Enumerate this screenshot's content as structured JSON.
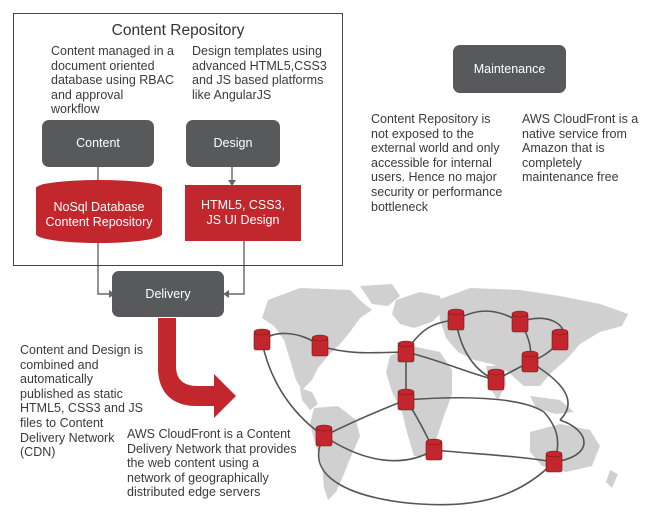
{
  "repository": {
    "title": "Content Repository",
    "content_desc": [
      "Content managed in a",
      "document oriented",
      "database using RBAC",
      "and approval",
      "workflow"
    ],
    "design_desc": [
      "Design templates using",
      "advanced HTML5,CSS3",
      "and JS based platforms",
      "like AngularJS"
    ],
    "content_box": "Content",
    "design_box": "Design",
    "nosql_box": [
      "NoSql Database",
      "Content Repository"
    ],
    "html5_box": [
      "HTML5, CSS3,",
      "JS UI Design"
    ]
  },
  "maintenance": {
    "box": "Maintenance",
    "repo_note": [
      "Content Repository is",
      "not exposed to the",
      "external world and only",
      "accessible for internal",
      "users. Hence no major",
      "security or performance",
      "bottleneck"
    ],
    "cloudfront_note": [
      "AWS CloudFront is a",
      "native service from",
      "Amazon that is",
      "completely",
      "maintenance free"
    ]
  },
  "delivery": {
    "box": "Delivery",
    "publish_note": [
      "Content and Design is",
      "combined and",
      "automatically",
      "published as static",
      "HTML5, CSS3 and JS",
      "files to Content",
      "Delivery Network",
      "(CDN)"
    ],
    "cdn_note": [
      "AWS CloudFront is a Content",
      "Delivery Network that provides",
      "the web content using a",
      "network of geographically",
      "distributed edge servers"
    ]
  },
  "colors": {
    "dark_box": "#58595b",
    "red_box": "#c1272d",
    "map": "#cfcfcf",
    "edge_server": "#c1272d"
  }
}
